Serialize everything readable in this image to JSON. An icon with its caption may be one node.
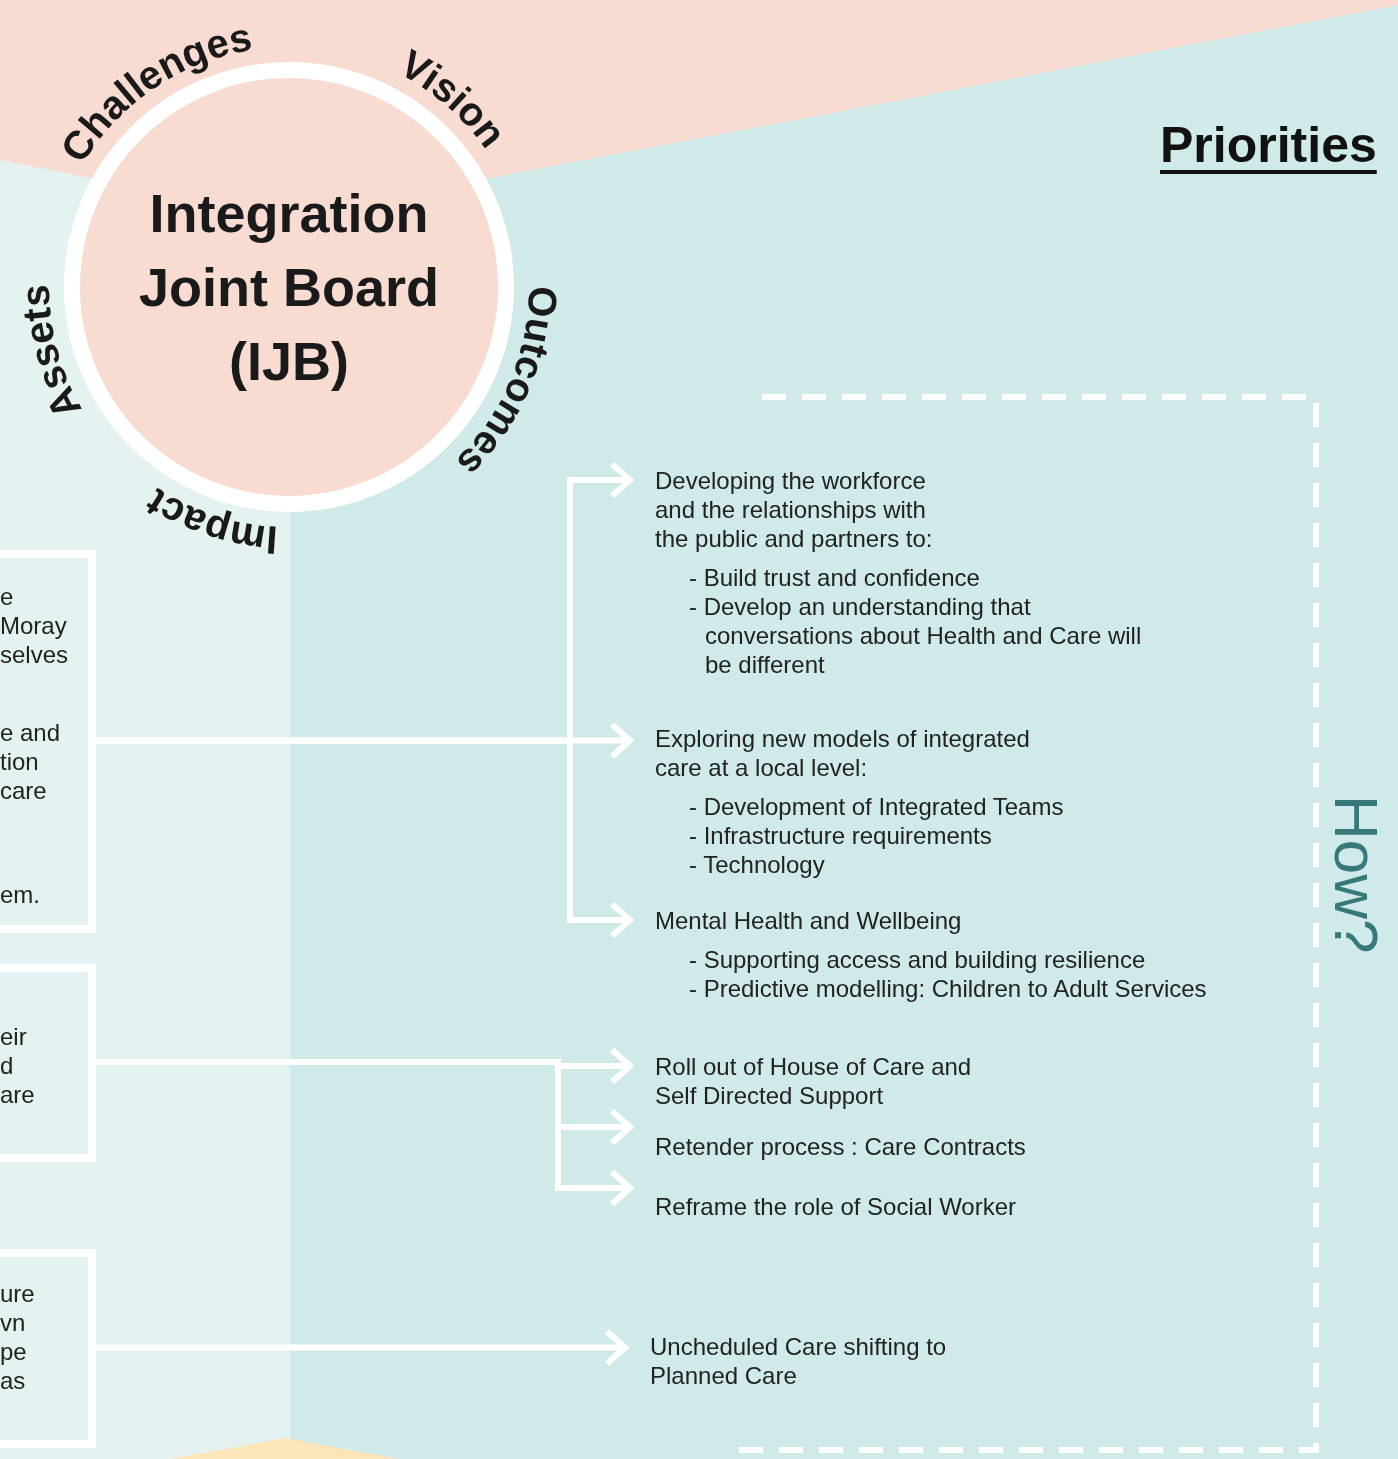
{
  "diagram": {
    "title": "Priorities",
    "nodes": [
      {
        "text": [
          "Challenges",
          "Vision",
          "Integration Joint Board (IJB)",
          "Assets",
          "Outcomes",
          "Impact"
        ]
      },
      {
        "text": [
          "e Moray selves",
          "e and tion care",
          "em."
        ]
      },
      {
        "text": [
          "eir d are"
        ]
      },
      {
        "text": [
          "ure vn pe as"
        ]
      },
      {
        "text": [
          "How?"
        ]
      },
      {
        "text": [
          "Developing the workforce and the relationships with the public and partners to:",
          "- Build trust and confidence",
          "- Develop an understanding that conversations about Health and Care will be different"
        ],
        "in": 4
      },
      {
        "text": [
          "Exploring new models of integrated care at a local level:",
          "- Development of Integrated Teams",
          "- Infrastructure requirements",
          "- Technology"
        ],
        "in": 4
      },
      {
        "text": [
          "Mental Health and Wellbeing",
          "- Supporting access and building resilience",
          "- Predictive modelling: Children to Adult Services"
        ],
        "in": 4
      },
      {
        "text": [
          "Roll out of House of Care and Self Directed Support"
        ],
        "in": 4
      },
      {
        "text": [
          "Retender process : Care Contracts"
        ],
        "in": 4
      },
      {
        "text": [
          "Reframe the role of Social Worker"
        ],
        "in": 4
      },
      {
        "text": [
          "Uncheduled Care shifting to Planned Care"
        ],
        "in": 4
      },
      {
        "text": [],
        "shape": "triangle"
      }
    ],
    "edges": [
      {
        "from": 1,
        "to": 5,
        "arrow": "to"
      },
      {
        "from": 1,
        "to": 6,
        "arrow": "to"
      },
      {
        "from": 1,
        "to": 7,
        "arrow": "to"
      },
      {
        "from": 2,
        "to": 8,
        "arrow": "to"
      },
      {
        "from": 2,
        "to": 9,
        "arrow": "to"
      },
      {
        "from": 2,
        "to": 10,
        "arrow": "to"
      },
      {
        "from": 3,
        "to": 11,
        "arrow": "to"
      }
    ]
  }
}
